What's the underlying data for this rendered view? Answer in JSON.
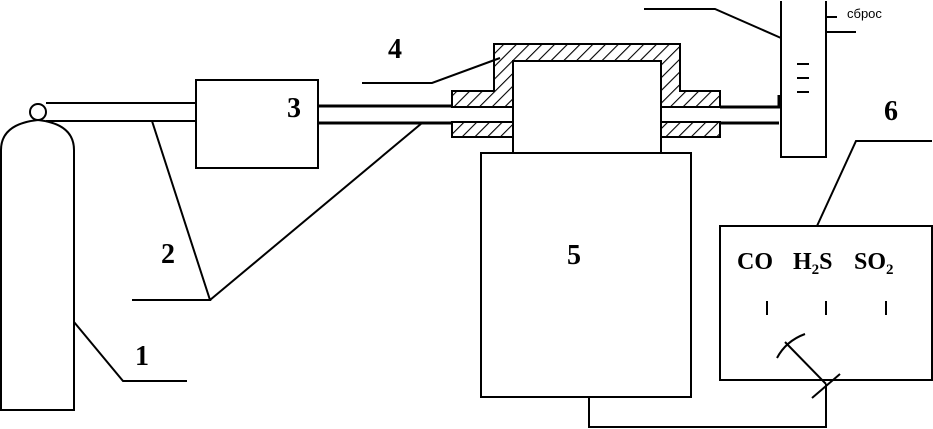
{
  "labels": {
    "n1": "1",
    "n2": "2",
    "n3": "3",
    "n4": "4",
    "n5": "5",
    "n6": "6",
    "vent": "сброс"
  },
  "analyzer": {
    "gases": [
      {
        "main": "CO",
        "sub": "",
        "tail": ""
      },
      {
        "main": "H",
        "sub": "2",
        "tail": "S"
      },
      {
        "main": "SO",
        "sub": "2",
        "tail": ""
      }
    ]
  }
}
